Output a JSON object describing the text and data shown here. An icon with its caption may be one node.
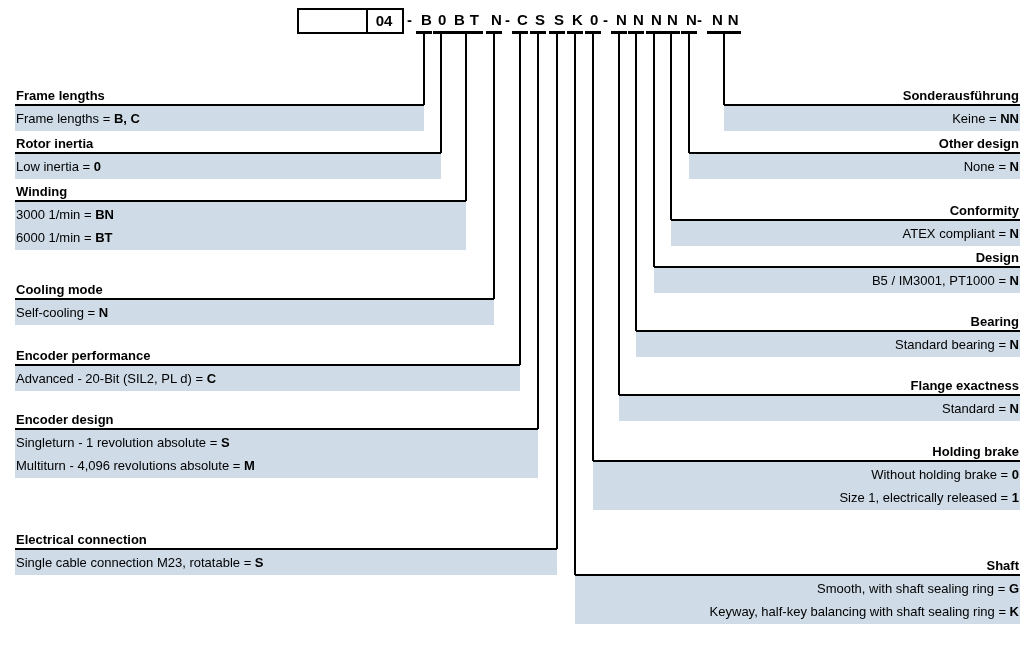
{
  "diagram": {
    "nodes": [
      {
        "text": [],
        "shape": "box"
      },
      {
        "text": [
          "04"
        ]
      },
      {
        "text": [
          "B"
        ]
      },
      {
        "text": [
          "0"
        ]
      },
      {
        "text": [
          "BT"
        ]
      },
      {
        "text": [
          "N"
        ]
      },
      {
        "text": [
          "C"
        ]
      },
      {
        "text": [
          "S"
        ]
      },
      {
        "text": [
          "S"
        ]
      },
      {
        "text": [
          "K"
        ]
      },
      {
        "text": [
          "0"
        ]
      },
      {
        "text": [
          "N"
        ]
      },
      {
        "text": [
          "N"
        ]
      },
      {
        "text": [
          "N"
        ]
      },
      {
        "text": [
          "N"
        ]
      },
      {
        "text": [
          "N"
        ]
      },
      {
        "text": [
          "NN"
        ]
      },
      {
        "text": [
          "Frame lengths",
          "Frame lengths = **B, C**"
        ]
      },
      {
        "text": [
          "Rotor inertia",
          "Low inertia = **0**"
        ]
      },
      {
        "text": [
          "Winding",
          "3000 1/min = **BN**",
          "6000 1/min = **BT**"
        ]
      },
      {
        "text": [
          "Cooling mode",
          "Self-cooling = **N**"
        ]
      },
      {
        "text": [
          "Encoder performance",
          "Advanced - 20-Bit (SIL2, PL d) = **C**"
        ]
      },
      {
        "text": [
          "Encoder design",
          "Singleturn - 1 revolution absolute = **S**",
          "Multiturn - 4,096 revolutions absolute = **M**"
        ]
      },
      {
        "text": [
          "Electrical connection",
          "Single cable connection M23, rotatable = **S**"
        ]
      },
      {
        "text": [
          "Sonderausführung",
          "Keine = **NN**"
        ]
      },
      {
        "text": [
          "Other design",
          "None = **N**"
        ]
      },
      {
        "text": [
          "Conformity",
          "ATEX compliant = **N**"
        ]
      },
      {
        "text": [
          "Design",
          "B5 / IM3001, PT1000 = **N**"
        ]
      },
      {
        "text": [
          "Bearing",
          "Standard bearing = **N**"
        ]
      },
      {
        "text": [
          "Flange exactness",
          "Standard = **N**"
        ]
      },
      {
        "text": [
          "Holding brake",
          "Without holding brake = **0**",
          "Size 1, electrically released = **1**"
        ]
      },
      {
        "text": [
          "Shaft",
          "Smooth, with shaft sealing ring = **G**",
          "Keyway, half-key balancing with shaft sealing ring = **K**"
        ]
      }
    ],
    "edges": [
      {
        "from": 17,
        "to": 2,
        "arrow": "none"
      },
      {
        "from": 18,
        "to": 3,
        "arrow": "none"
      },
      {
        "from": 19,
        "to": 4,
        "arrow": "none"
      },
      {
        "from": 20,
        "to": 5,
        "arrow": "none"
      },
      {
        "from": 21,
        "to": 6,
        "arrow": "none"
      },
      {
        "from": 22,
        "to": 7,
        "arrow": "none"
      },
      {
        "from": 23,
        "to": 8,
        "arrow": "none"
      },
      {
        "from": 31,
        "to": 9,
        "arrow": "none"
      },
      {
        "from": 30,
        "to": 10,
        "arrow": "none"
      },
      {
        "from": 29,
        "to": 11,
        "arrow": "none"
      },
      {
        "from": 28,
        "to": 12,
        "arrow": "none"
      },
      {
        "from": 27,
        "to": 13,
        "arrow": "none"
      },
      {
        "from": 26,
        "to": 14,
        "arrow": "none"
      },
      {
        "from": 25,
        "to": 15,
        "arrow": "none"
      },
      {
        "from": 24,
        "to": 16,
        "arrow": "none"
      }
    ],
    "labels": [
      "-",
      "-",
      "-",
      "-"
    ]
  }
}
